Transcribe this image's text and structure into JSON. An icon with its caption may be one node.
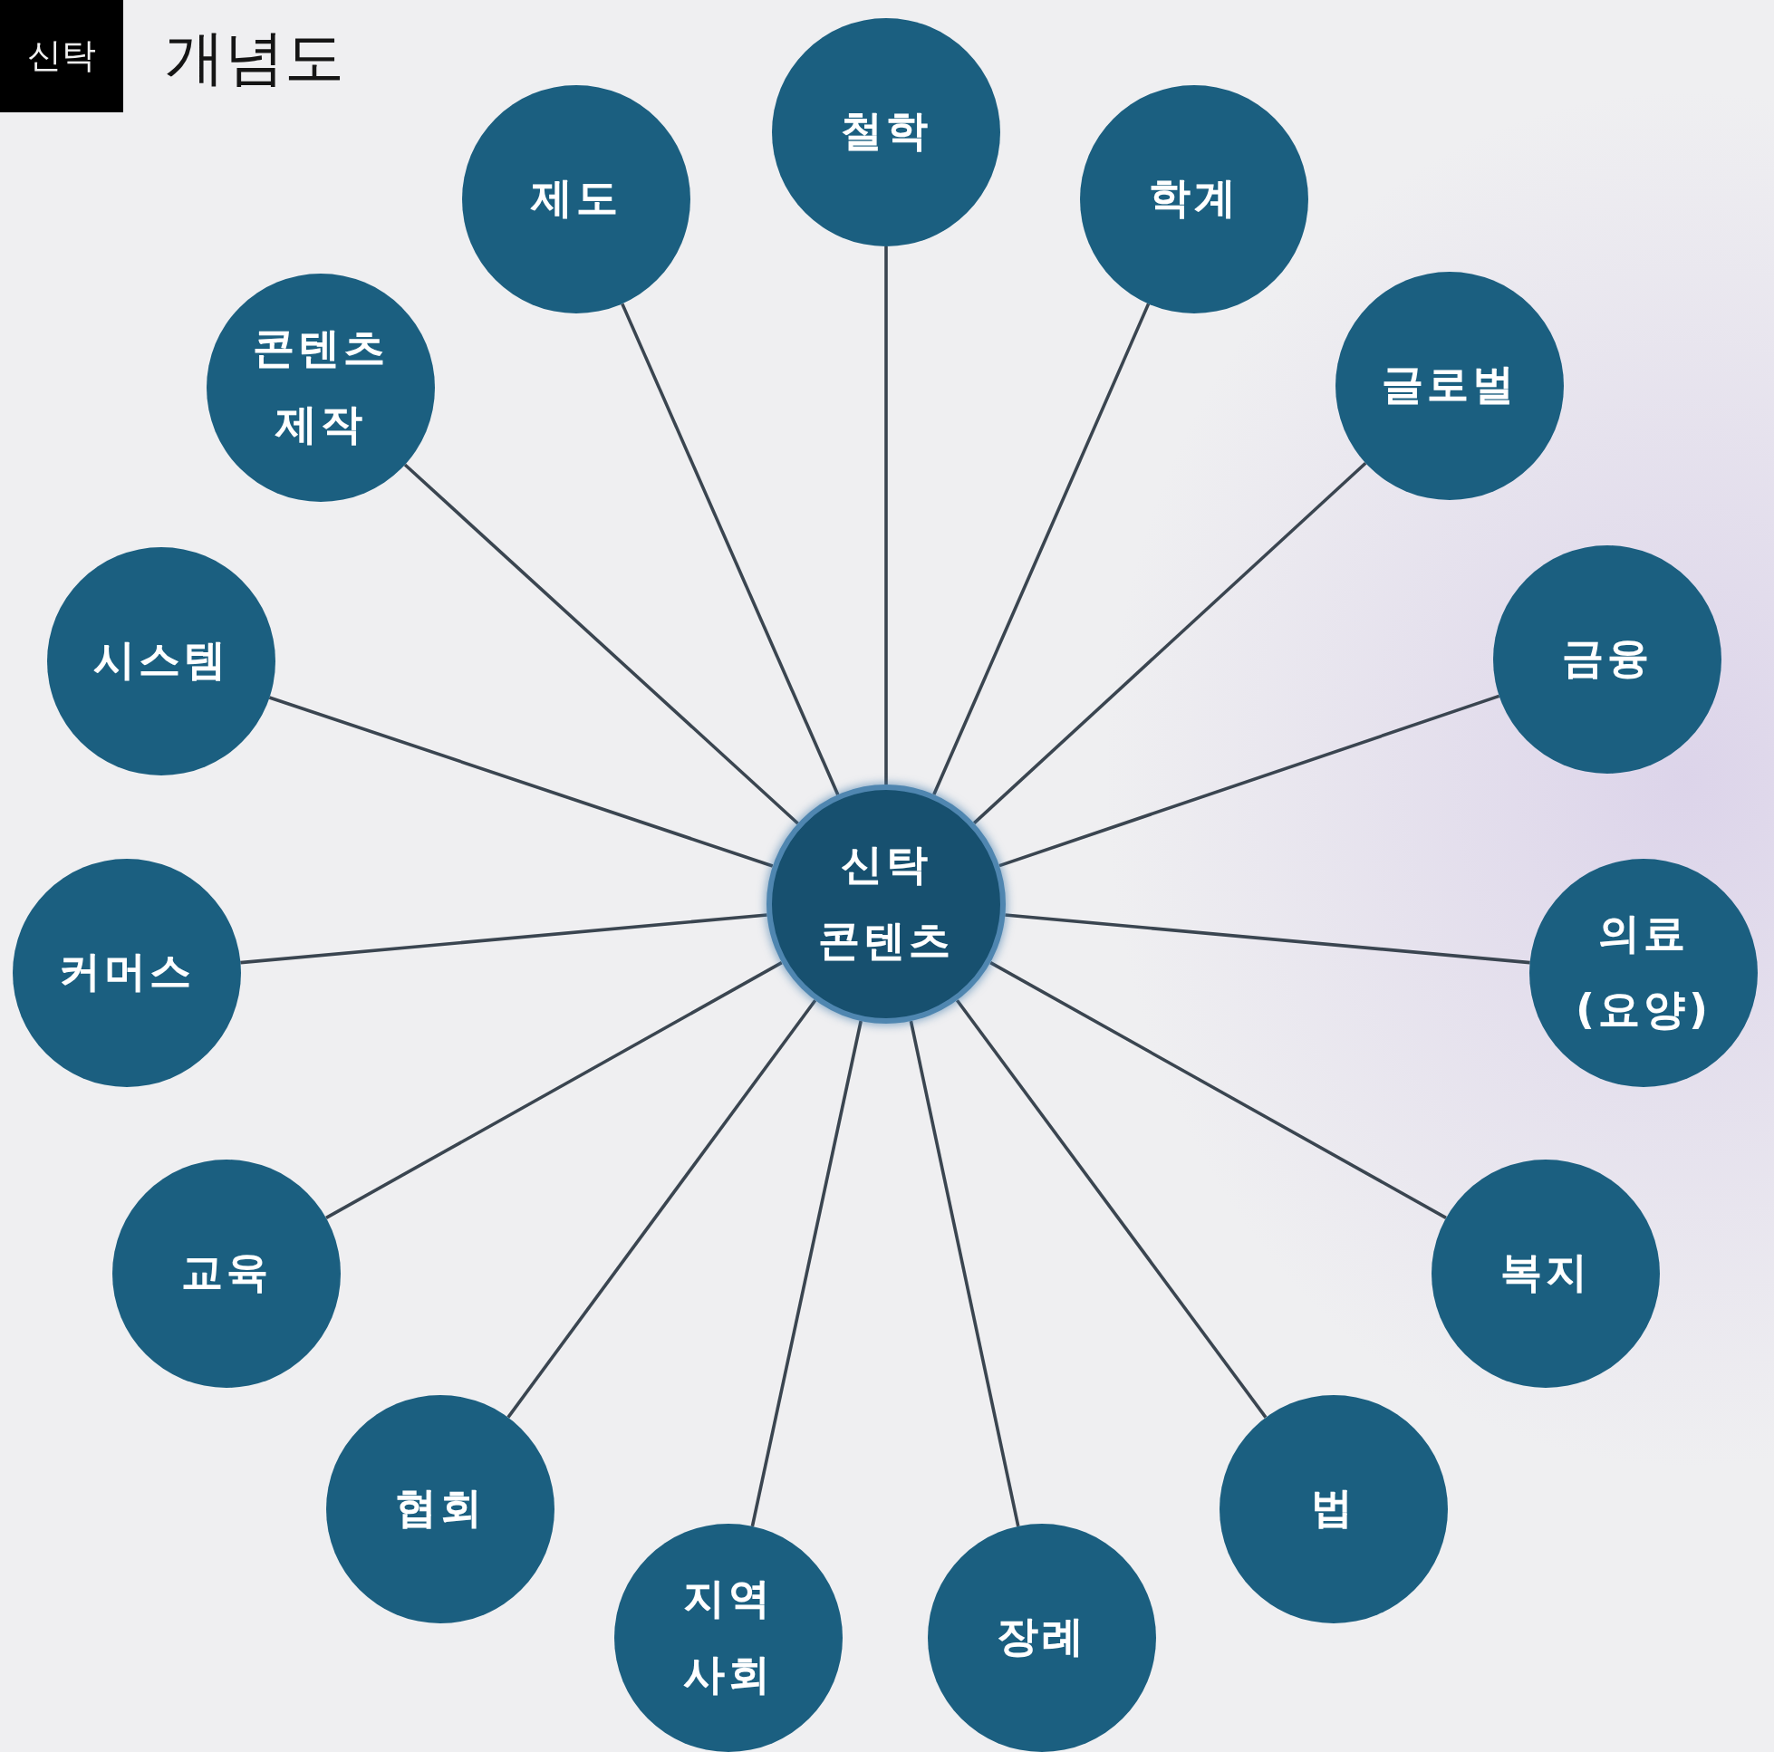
{
  "diagram": {
    "title": "개념도",
    "nodes": [
      {
        "text": [
          "신탁"
        ]
      },
      {
        "text": [
          "신탁 콘텐츠"
        ]
      },
      {
        "text": [
          "철학"
        ]
      },
      {
        "text": [
          "학계"
        ]
      },
      {
        "text": [
          "글로벌"
        ]
      },
      {
        "text": [
          "금융"
        ]
      },
      {
        "text": [
          "의료 (요양)"
        ]
      },
      {
        "text": [
          "복지"
        ]
      },
      {
        "text": [
          "법"
        ]
      },
      {
        "text": [
          "장례"
        ]
      },
      {
        "text": [
          "지역 사회"
        ]
      },
      {
        "text": [
          "협회"
        ]
      },
      {
        "text": [
          "교육"
        ]
      },
      {
        "text": [
          "커머스"
        ]
      },
      {
        "text": [
          "시스템"
        ]
      },
      {
        "text": [
          "콘텐츠 제작"
        ]
      },
      {
        "text": [
          "제도"
        ]
      }
    ],
    "edges": [
      {
        "from": 1,
        "to": 2,
        "arrow": "none"
      },
      {
        "from": 1,
        "to": 3,
        "arrow": "none"
      },
      {
        "from": 1,
        "to": 4,
        "arrow": "none"
      },
      {
        "from": 1,
        "to": 5,
        "arrow": "none"
      },
      {
        "from": 1,
        "to": 6,
        "arrow": "none"
      },
      {
        "from": 1,
        "to": 7,
        "arrow": "none"
      },
      {
        "from": 1,
        "to": 8,
        "arrow": "none"
      },
      {
        "from": 1,
        "to": 9,
        "arrow": "none"
      },
      {
        "from": 1,
        "to": 10,
        "arrow": "none"
      },
      {
        "from": 1,
        "to": 11,
        "arrow": "none"
      },
      {
        "from": 1,
        "to": 12,
        "arrow": "none"
      },
      {
        "from": 1,
        "to": 13,
        "arrow": "none"
      },
      {
        "from": 1,
        "to": 14,
        "arrow": "none"
      },
      {
        "from": 1,
        "to": 15,
        "arrow": "none"
      },
      {
        "from": 1,
        "to": 16,
        "arrow": "none"
      }
    ]
  }
}
